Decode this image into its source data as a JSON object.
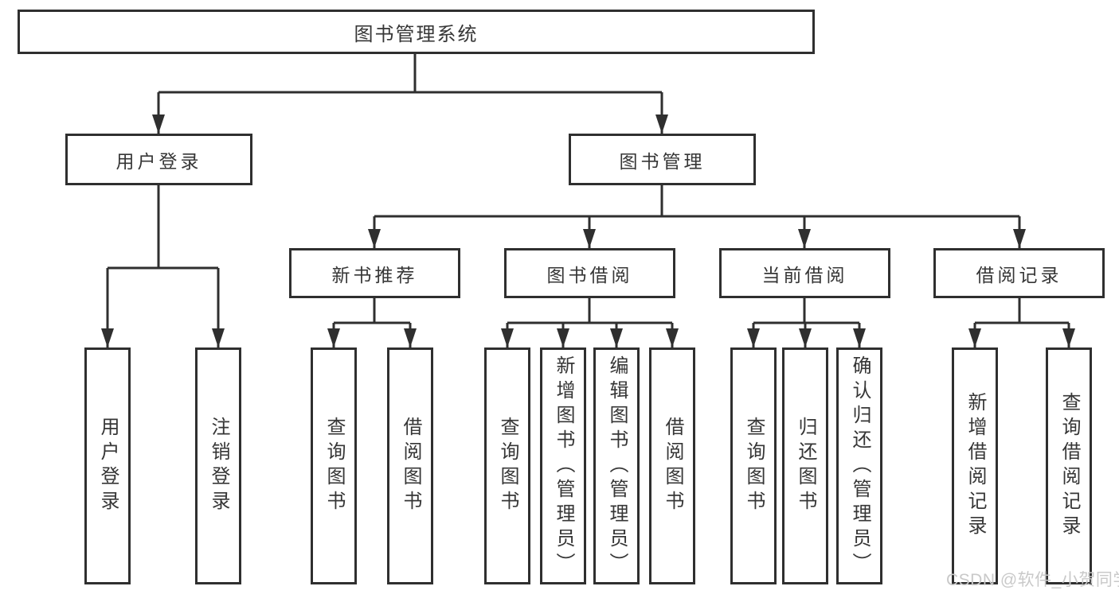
{
  "diagram": {
    "type": "hierarchy-tree",
    "root": {
      "label": "图书管理系统"
    },
    "level2": [
      {
        "label": "用户登录"
      },
      {
        "label": "图书管理"
      }
    ],
    "level3": [
      {
        "label": "新书推荐",
        "parent": "图书管理"
      },
      {
        "label": "图书借阅",
        "parent": "图书管理"
      },
      {
        "label": "当前借阅",
        "parent": "图书管理"
      },
      {
        "label": "借阅记录",
        "parent": "图书管理"
      }
    ],
    "leaves": [
      {
        "label": "用户登录",
        "parent": "用户登录"
      },
      {
        "label": "注销登录",
        "parent": "用户登录"
      },
      {
        "label": "查询图书",
        "parent": "新书推荐"
      },
      {
        "label": "借阅图书",
        "parent": "新书推荐"
      },
      {
        "label": "查询图书",
        "parent": "图书借阅"
      },
      {
        "label": "新增图书（管理员）",
        "parent": "图书借阅"
      },
      {
        "label": "编辑图书（管理员）",
        "parent": "图书借阅"
      },
      {
        "label": "借阅图书",
        "parent": "图书借阅"
      },
      {
        "label": "查询图书",
        "parent": "当前借阅"
      },
      {
        "label": "归还图书",
        "parent": "当前借阅"
      },
      {
        "label": "确认归还（管理员）",
        "parent": "当前借阅"
      },
      {
        "label": "新增借阅记录",
        "parent": "借阅记录"
      },
      {
        "label": "查询借阅记录",
        "parent": "借阅记录"
      }
    ],
    "watermark": "CSDN @软件_小贺同学",
    "colors": {
      "line": "#2f2f2f",
      "text": "#363636",
      "background": "#ffffff",
      "watermark": "#c9c9c9"
    }
  }
}
